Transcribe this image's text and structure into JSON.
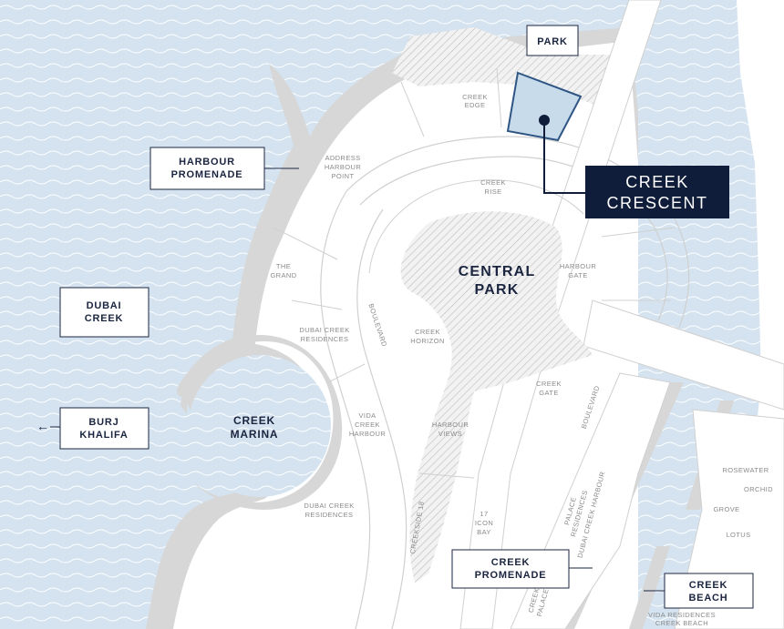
{
  "colors": {
    "water": "#d4e3ef",
    "land": "#ffffff",
    "shore": "#d7d7d7",
    "hatch": "#b8b8b8",
    "navy": "#0f1d3a",
    "highlight": "#c7dbea",
    "highlight_stroke": "#2f5585",
    "road_line": "#cfcfcf"
  },
  "callouts": {
    "park": "PARK",
    "harbour_promenade": [
      "HARBOUR",
      "PROMENADE"
    ],
    "dubai_creek": [
      "DUBAI",
      "CREEK"
    ],
    "burj_khalifa": [
      "BURJ",
      "KHALIFA"
    ],
    "creek_promenade": [
      "CREEK",
      "PROMENADE"
    ],
    "creek_beach": [
      "CREEK",
      "BEACH"
    ]
  },
  "featured": {
    "name": [
      "CREEK",
      "CRESCENT"
    ]
  },
  "areas": {
    "central_park": [
      "CENTRAL",
      "PARK"
    ],
    "creek_marina": [
      "CREEK",
      "MARINA"
    ]
  },
  "districts": {
    "creek_edge": [
      "CREEK",
      "EDGE"
    ],
    "address_harbour_point": [
      "ADDRESS",
      "HARBOUR",
      "POINT"
    ],
    "creek_rise": [
      "CREEK",
      "RISE"
    ],
    "harbour_gate": [
      "HARBOUR",
      "GATE"
    ],
    "the_grand": [
      "THE",
      "GRAND"
    ],
    "dubai_creek_residences_1": [
      "DUBAI CREEK",
      "RESIDENCES"
    ],
    "boulevard_1": "BOULEVARD",
    "creek_horizon": [
      "CREEK",
      "HORIZON"
    ],
    "creek_gate": [
      "CREEK",
      "GATE"
    ],
    "boulevard_2": "BOULEVARD",
    "vida_creek_harbour": [
      "VIDA",
      "CREEK",
      "HARBOUR"
    ],
    "harbour_views": [
      "HARBOUR",
      "VIEWS"
    ],
    "dubai_creek_residences_2": [
      "DUBAI CREEK",
      "RESIDENCES"
    ],
    "creekside_18": "CREEKSIDE 18",
    "icon_bay": [
      "17",
      "ICON",
      "BAY"
    ],
    "palace_residences": [
      "PALACE",
      "RESIDENCES"
    ],
    "dubai_creek_harbour": "DUBAI CREEK HARBOUR",
    "creek_palace": [
      "CREEK",
      "PALACE"
    ],
    "rosewater": "ROSEWATER",
    "orchid": "ORCHID",
    "grove": "GROVE",
    "lotus": "LOTUS",
    "vida_residences_creek_beach": [
      "VIDA RESIDENCES",
      "CREEK BEACH"
    ]
  },
  "arrow": "←"
}
